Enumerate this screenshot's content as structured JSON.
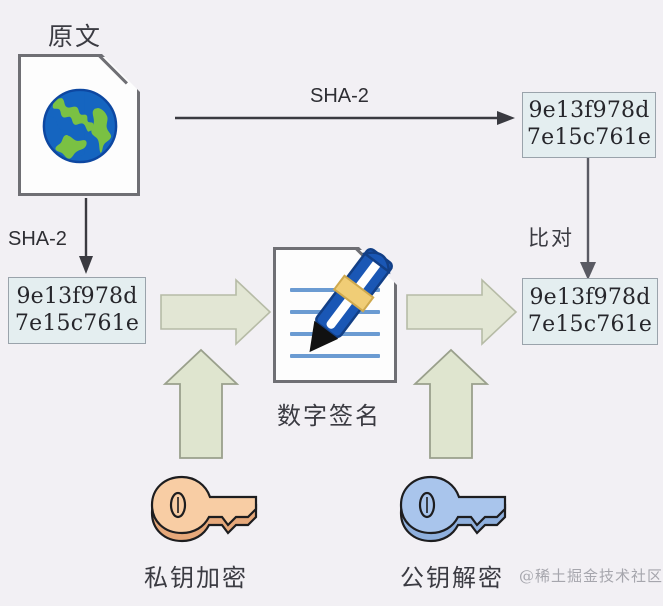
{
  "diagram": {
    "title_label": "原文",
    "background_color": "#f2f0f4",
    "hash_value_line1": "9e13f978d",
    "hash_value_line2": "7e15c761e",
    "hash_box_fill": "#e4eef0",
    "hash_box_border": "#9aa3ab"
  },
  "nodes": {
    "original_document": {
      "label": "原文",
      "icon": "globe-icon"
    },
    "signature_document": {
      "label": "数字签名",
      "icon": "pen-icon"
    },
    "private_key": {
      "label": "私钥加密",
      "icon": "key-icon",
      "color": "#f5c9a0"
    },
    "public_key": {
      "label": "公钥解密",
      "icon": "key-icon",
      "color": "#a8c4e8"
    },
    "hash_left": {
      "line1": "9e13f978d",
      "line2": "7e15c761e"
    },
    "hash_top_right": {
      "line1": "9e13f978d",
      "line2": "7e15c761e"
    },
    "hash_bottom_right": {
      "line1": "9e13f978d",
      "line2": "7e15c761e"
    }
  },
  "edges": {
    "top_sha2": {
      "label": "SHA-2",
      "direction": "right"
    },
    "left_sha2": {
      "label": "SHA-2",
      "direction": "down"
    },
    "compare": {
      "label": "比对",
      "direction": "down"
    },
    "sign_arrow": {
      "label": "",
      "direction": "right"
    },
    "verify_arrow": {
      "label": "",
      "direction": "right"
    },
    "private_key_arrow": {
      "label": "",
      "direction": "up"
    },
    "public_key_arrow": {
      "label": "",
      "direction": "up"
    }
  },
  "watermark": {
    "text": "@稀土掘金技术社区"
  }
}
